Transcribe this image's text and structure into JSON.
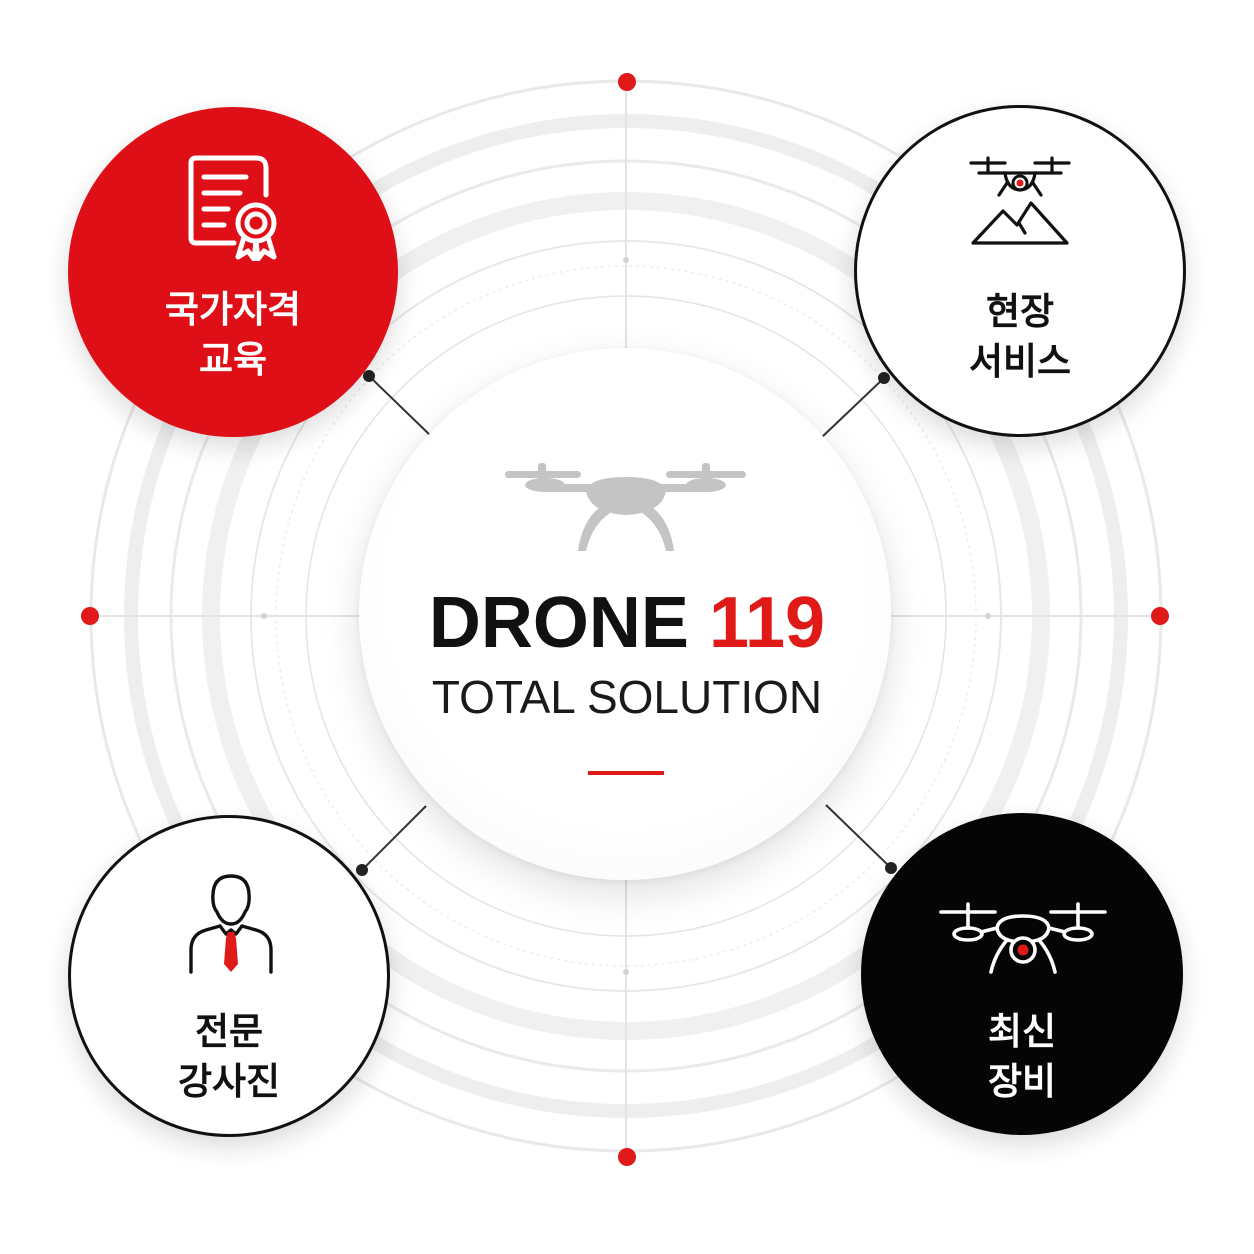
{
  "center": {
    "title_main": "DRONE",
    "title_number": "119",
    "subtitle": "TOTAL SOLUTION",
    "icon": "drone-icon"
  },
  "colors": {
    "accent": "#e01919",
    "dark": "#111111",
    "ring": "#e6e6e6"
  },
  "nodes": [
    {
      "icon": "certificate-icon",
      "label_line1": "국가자격",
      "label_line2": "교육",
      "fill": "#df0f17"
    },
    {
      "icon": "drone-mountain-icon",
      "label_line1": "현장",
      "label_line2": "서비스",
      "fill": "#ffffff"
    },
    {
      "icon": "instructor-icon",
      "label_line1": "전문",
      "label_line2": "강사진",
      "fill": "#ffffff"
    },
    {
      "icon": "camera-drone-icon",
      "label_line1": "최신",
      "label_line2": "장비",
      "fill": "#050505"
    }
  ]
}
